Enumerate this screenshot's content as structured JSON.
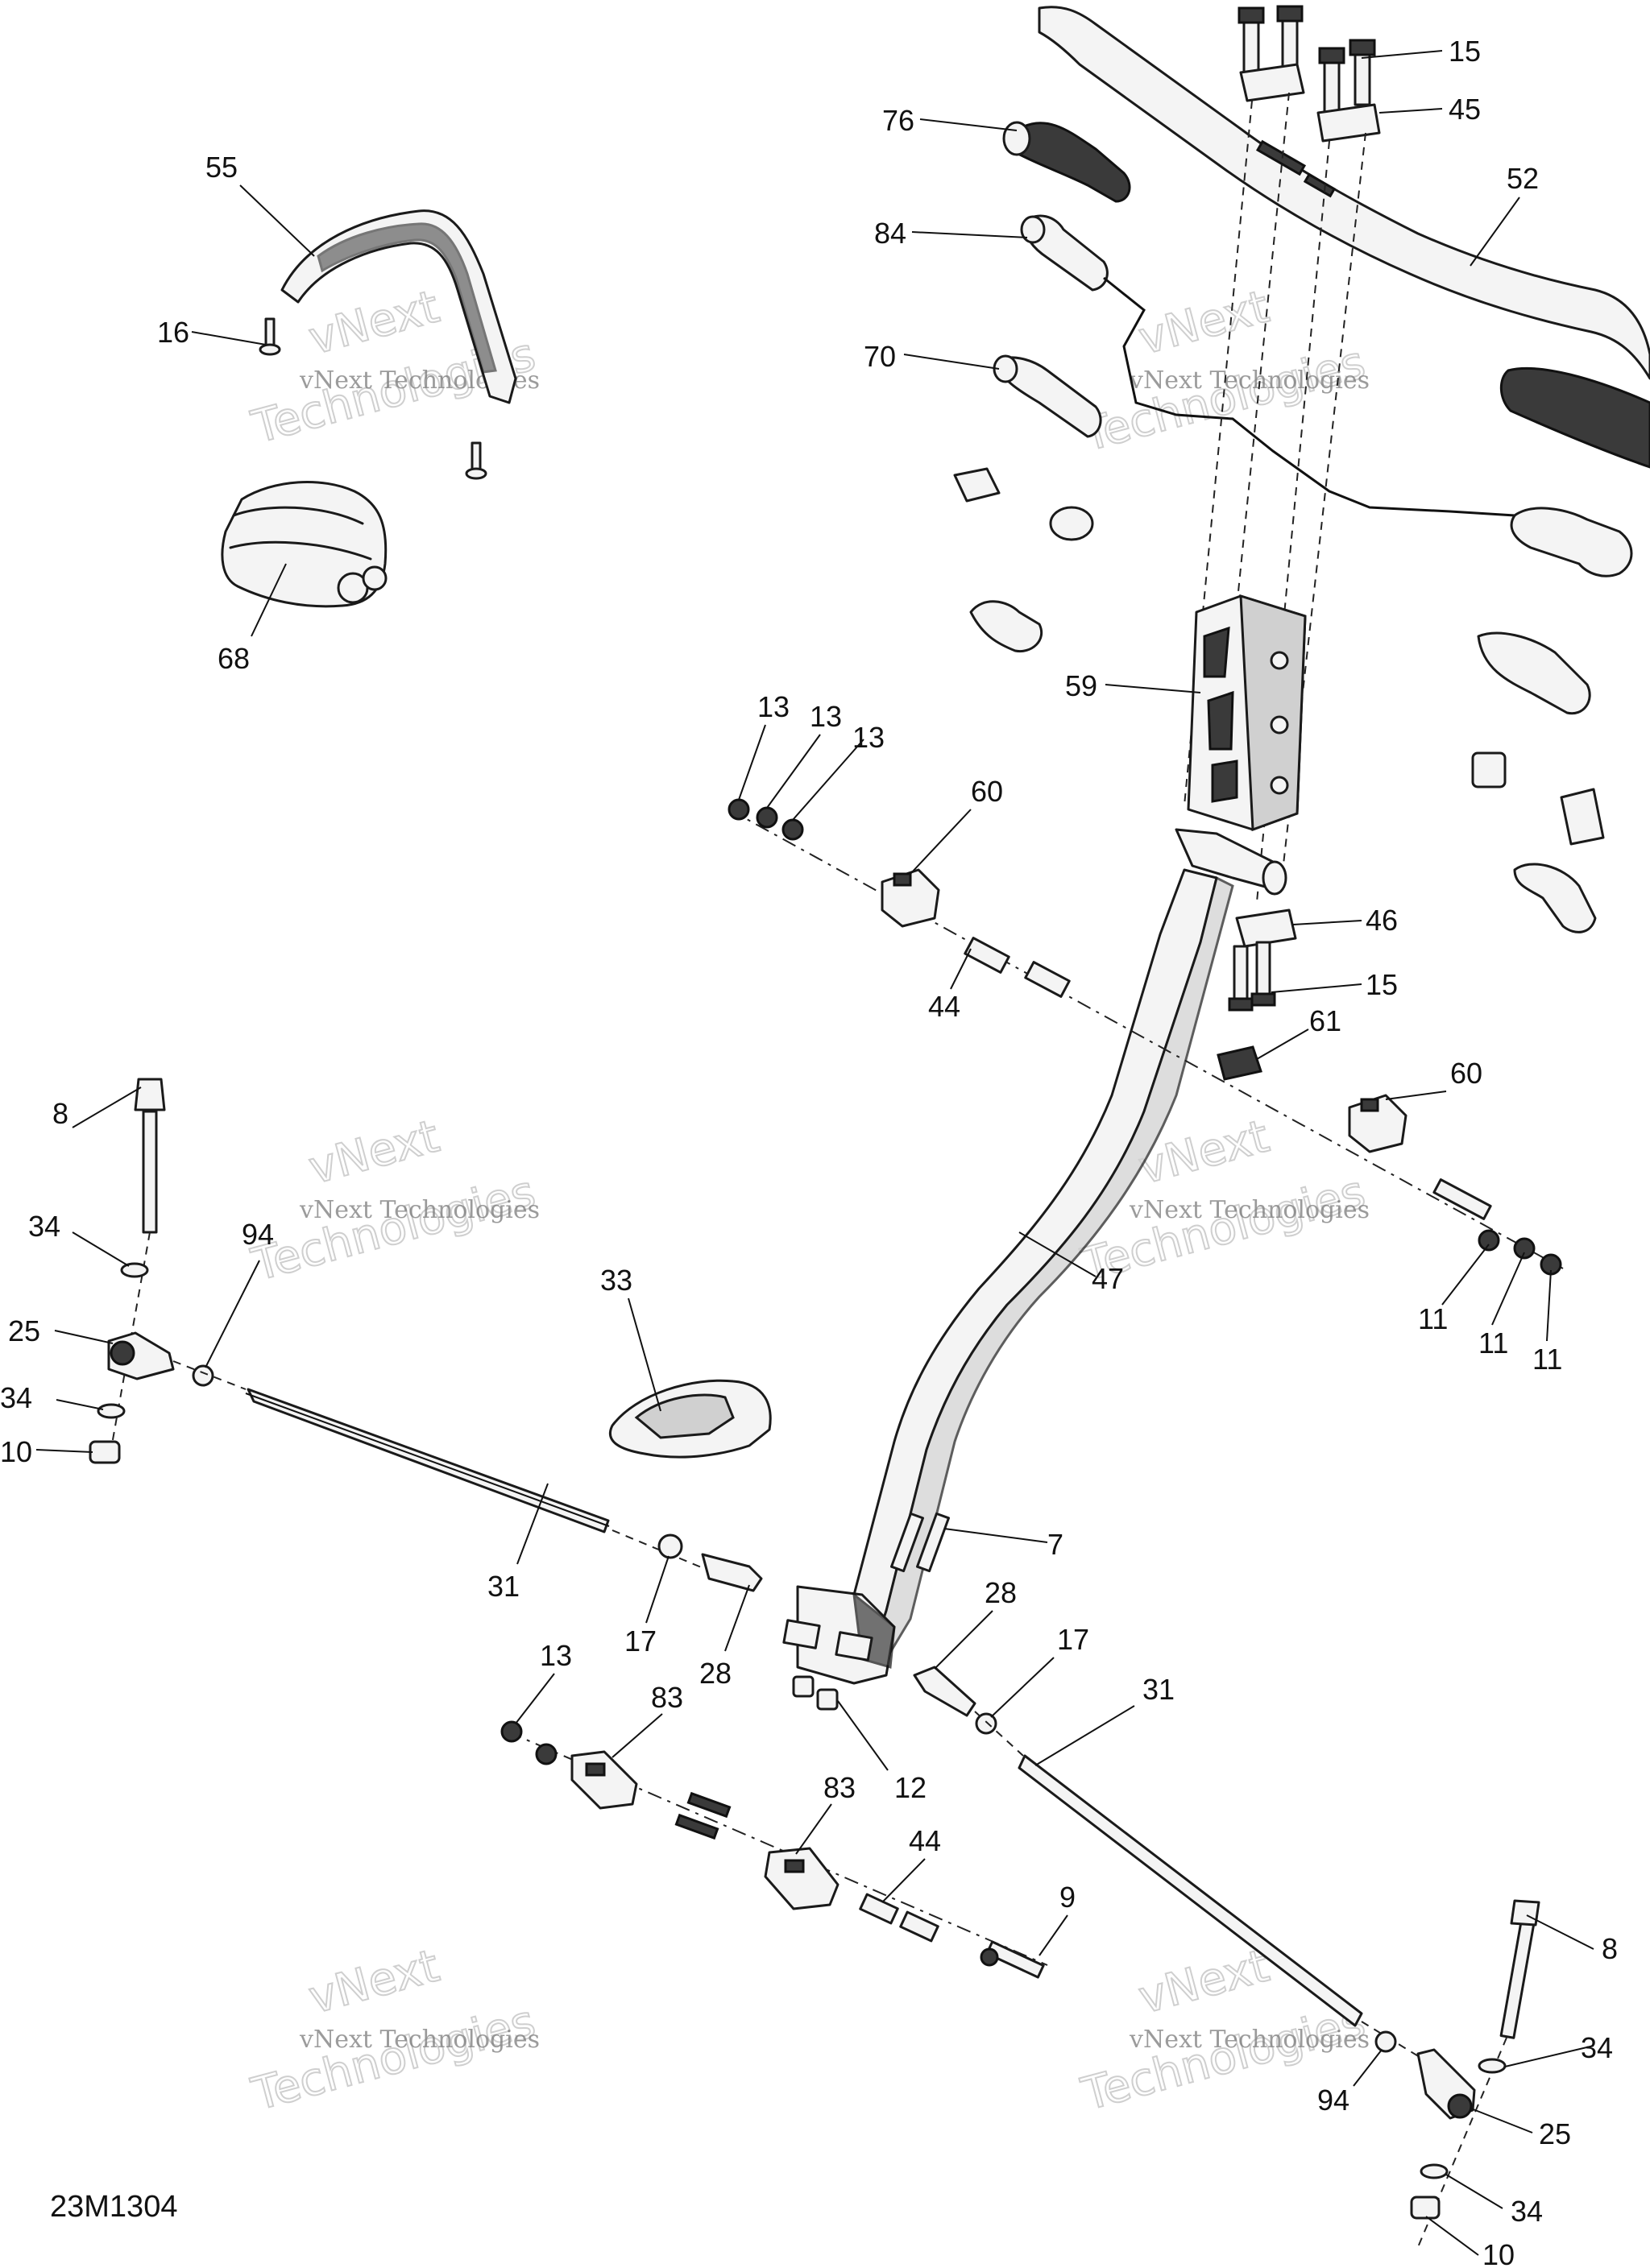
{
  "diagram_ref": "23M1304",
  "watermark": {
    "line1": "vNext Technologies",
    "line2": "vNext",
    "line3": "Technologies"
  },
  "callouts": {
    "c55": "55",
    "c16": "16",
    "c68": "68",
    "c76": "76",
    "c84": "84",
    "c70": "70",
    "c15a": "15",
    "c45": "45",
    "c52": "52",
    "c59": "59",
    "c13a": "13",
    "c13b": "13",
    "c13c": "13",
    "c60a": "60",
    "c44a": "44",
    "c46": "46",
    "c15b": "15",
    "c61": "61",
    "c60b": "60",
    "c47": "47",
    "c11a": "11",
    "c11b": "11",
    "c11c": "11",
    "c8a": "8",
    "c34a": "34",
    "c94a": "94",
    "c25a": "25",
    "c34b": "34",
    "c10a": "10",
    "c33": "33",
    "c31a": "31",
    "c17a": "17",
    "c28a": "28",
    "c7": "7",
    "c28b": "28",
    "c17b": "17",
    "c12": "12",
    "c13d": "13",
    "c83a": "83",
    "c83b": "83",
    "c44b": "44",
    "c9": "9",
    "c31b": "31",
    "c8b": "8",
    "c34c": "34",
    "c94b": "94",
    "c25b": "25",
    "c34d": "34",
    "c10b": "10"
  }
}
